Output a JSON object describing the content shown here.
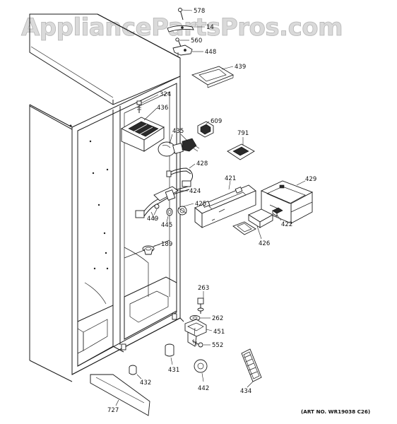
{
  "watermark": "AppliancePartsPros.com",
  "art_number": "(ART NO. WR19038 C26)",
  "callouts": {
    "p578": "578",
    "p14": "14",
    "p560": "560",
    "p448": "448",
    "p439": "439",
    "p324": "324",
    "p436": "436",
    "p609": "609",
    "p435": "435",
    "p791": "791",
    "p428": "428",
    "p421": "421",
    "p429": "429",
    "p424": "424",
    "p425": "425",
    "p449": "449",
    "p445": "445",
    "p422": "422",
    "p426": "426",
    "p189": "189",
    "p263": "263",
    "p262": "262",
    "p451": "451",
    "p552": "552",
    "p431": "431",
    "p432": "432",
    "p442": "442",
    "p434": "434",
    "p727": "727"
  }
}
